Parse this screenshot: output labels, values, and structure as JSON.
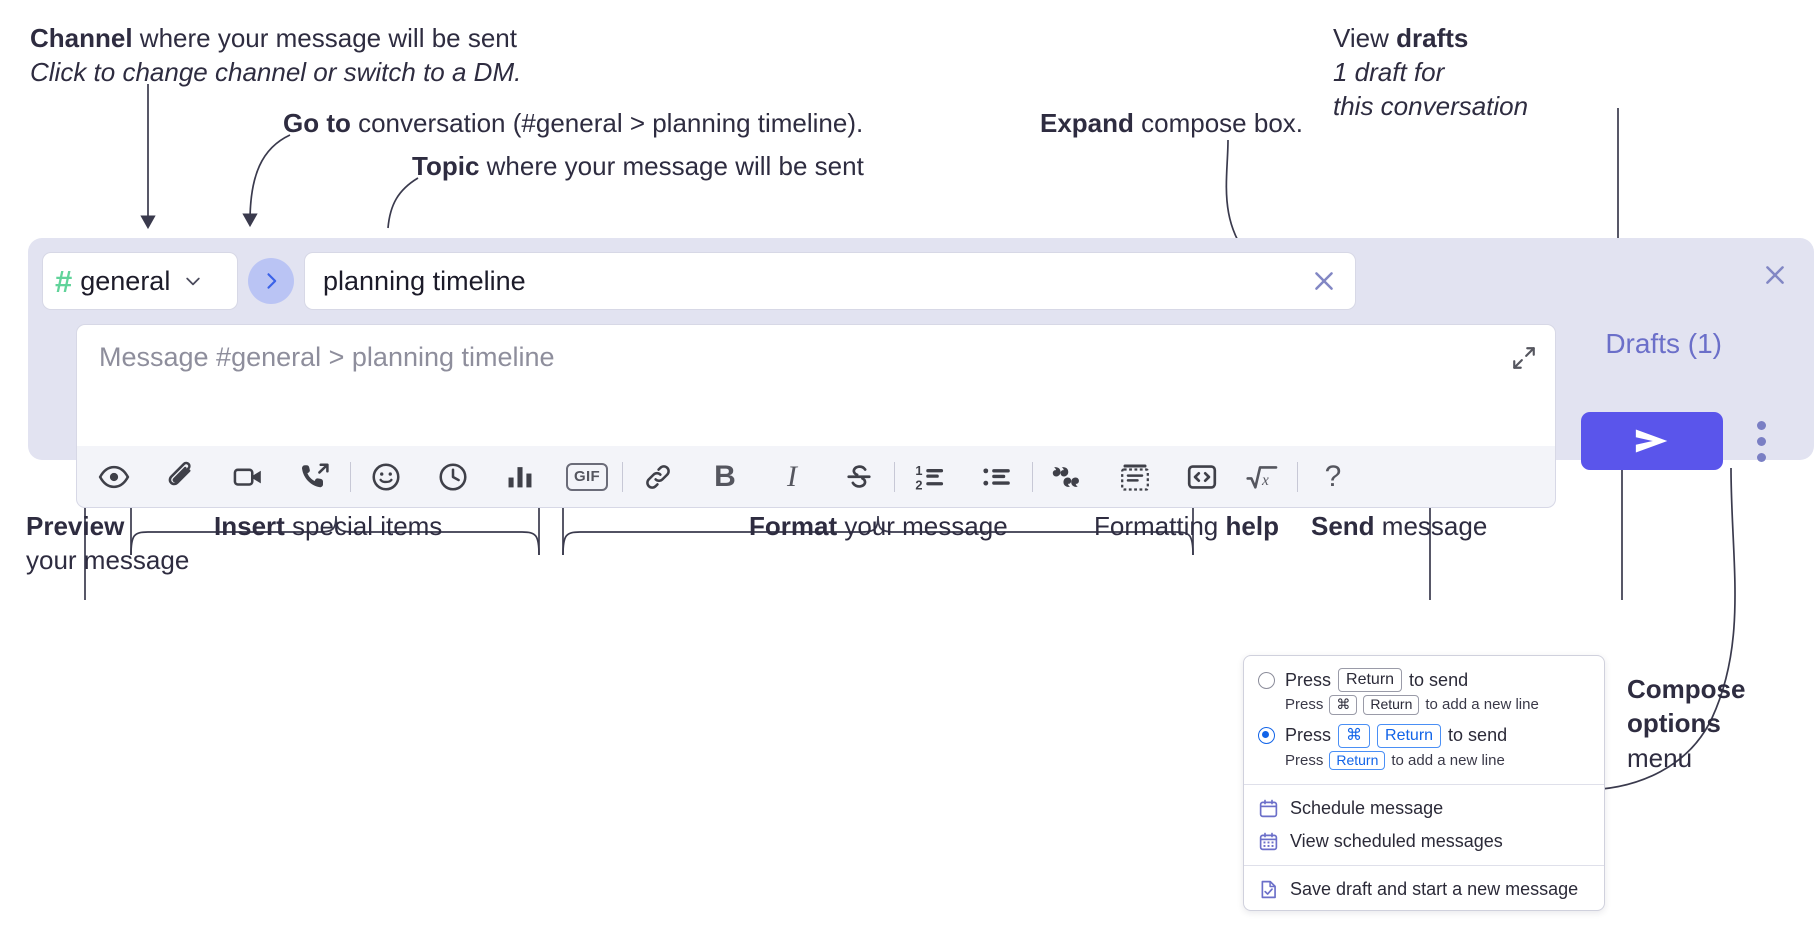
{
  "annotations": {
    "channel": {
      "bold": "Channel",
      "rest": " where your message will be sent",
      "italic": "Click to change channel or switch to a DM."
    },
    "goto": {
      "bold": "Go to",
      "rest": " conversation (#general > planning timeline)."
    },
    "topic": {
      "bold": "Topic",
      "rest": " where your message will be sent"
    },
    "expand": {
      "bold": "Expand",
      "rest": " compose box."
    },
    "drafts": {
      "bold_lead": "View ",
      "bold": "drafts",
      "italic_l1": "1 draft for",
      "italic_l2": "this conversation"
    },
    "preview": {
      "bold": "Preview",
      "rest": "your message"
    },
    "insert": {
      "bold": "Insert",
      "rest": " special items"
    },
    "format": {
      "bold": "Format",
      "rest": " your message"
    },
    "help": {
      "lead": "Formatting ",
      "bold": "help"
    },
    "send": {
      "bold": "Send",
      "rest": " message"
    },
    "compose_menu": {
      "bold_l1": "Compose",
      "bold_l2": "options",
      "rest": "menu"
    }
  },
  "compose": {
    "channel": {
      "hash": "#",
      "name": "general",
      "chevron_icon": "chevron-down-icon"
    },
    "goto_icon": "chevron-right-icon",
    "topic": {
      "value": "planning timeline",
      "clear_icon": "close-icon"
    },
    "message": {
      "placeholder": "Message #general > planning timeline",
      "expand_icon": "expand-icon"
    },
    "close_icon": "close-icon",
    "drafts_label": "Drafts (1)",
    "send_icon": "paper-plane-icon",
    "kebab_icon": "more-options-icon",
    "toolbar": [
      {
        "name": "preview-icon",
        "label": "Preview"
      },
      {
        "name": "attachment-icon",
        "label": "Attach file"
      },
      {
        "name": "video-icon",
        "label": "Video clip"
      },
      {
        "name": "audio-call-icon",
        "label": "Audio clip"
      },
      {
        "name": "emoji-icon",
        "label": "Emoji"
      },
      {
        "name": "clock-icon",
        "label": "Reminder"
      },
      {
        "name": "poll-icon",
        "label": "Poll"
      },
      {
        "name": "gif-icon",
        "label": "GIF"
      },
      {
        "name": "link-icon",
        "label": "Link"
      },
      {
        "name": "bold-icon",
        "label": "B"
      },
      {
        "name": "italic-icon",
        "label": "I"
      },
      {
        "name": "strikethrough-icon",
        "label": "S"
      },
      {
        "name": "ordered-list-icon",
        "label": "Ordered list"
      },
      {
        "name": "bulleted-list-icon",
        "label": "Bulleted list"
      },
      {
        "name": "blockquote-icon",
        "label": "Blockquote"
      },
      {
        "name": "code-block-icon",
        "label": "Code block"
      },
      {
        "name": "code-icon",
        "label": "Code"
      },
      {
        "name": "math-icon",
        "label": "Math"
      },
      {
        "name": "help-icon",
        "label": "?"
      }
    ]
  },
  "options_menu": {
    "option1": {
      "selected": false,
      "press": "Press",
      "key": "Return",
      "to_send": "to send",
      "sub_press": "Press",
      "sub_key1": "⌘",
      "sub_key2": "Return",
      "sub_tail": "to add a new line"
    },
    "option2": {
      "selected": true,
      "press": "Press",
      "key1": "⌘",
      "key2": "Return",
      "to_send": "to send",
      "sub_press": "Press",
      "sub_key": "Return",
      "sub_tail": "to add a new line"
    },
    "items": [
      {
        "icon": "calendar-icon",
        "label": "Schedule message"
      },
      {
        "icon": "calendar-grid-icon",
        "label": "View scheduled messages"
      },
      {
        "icon": "save-draft-icon",
        "label": "Save draft and start a new message"
      }
    ]
  },
  "colors": {
    "panel_bg": "#e2e3f1",
    "send_button": "#5a55eb",
    "drafts_text": "#6b6fc9",
    "hash_green": "#61d39a",
    "goto_bubble": "#bac4f4",
    "accent_blue": "#1264e8",
    "menu_icon_purple": "#6b6fc9",
    "text": "#2e2c40"
  }
}
